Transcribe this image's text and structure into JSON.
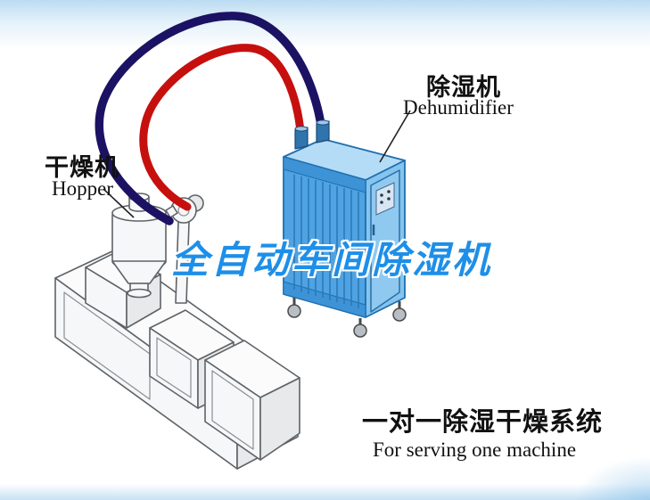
{
  "labels": {
    "hopper": {
      "cn": "干燥机",
      "en": "Hopper"
    },
    "dehumidifier": {
      "cn": "除湿机",
      "en": "Dehumidifier"
    },
    "center_title": "全自动车间除湿机",
    "bottom": {
      "cn": "一对一除湿干燥系统",
      "en": "For serving one machine"
    }
  },
  "colors": {
    "pipe_red": "#c6100e",
    "pipe_navy": "#1b1263",
    "dehumidifier_body": "#4fa3e2",
    "dehumidifier_side": "#85c4ee",
    "dehumidifier_top": "#b5dcf6",
    "center_title": "#1e8fe8",
    "label_text": "#111111",
    "machine_fill": "#f6f7f8",
    "machine_outline": "#5f6367",
    "background": "#ffffff"
  }
}
